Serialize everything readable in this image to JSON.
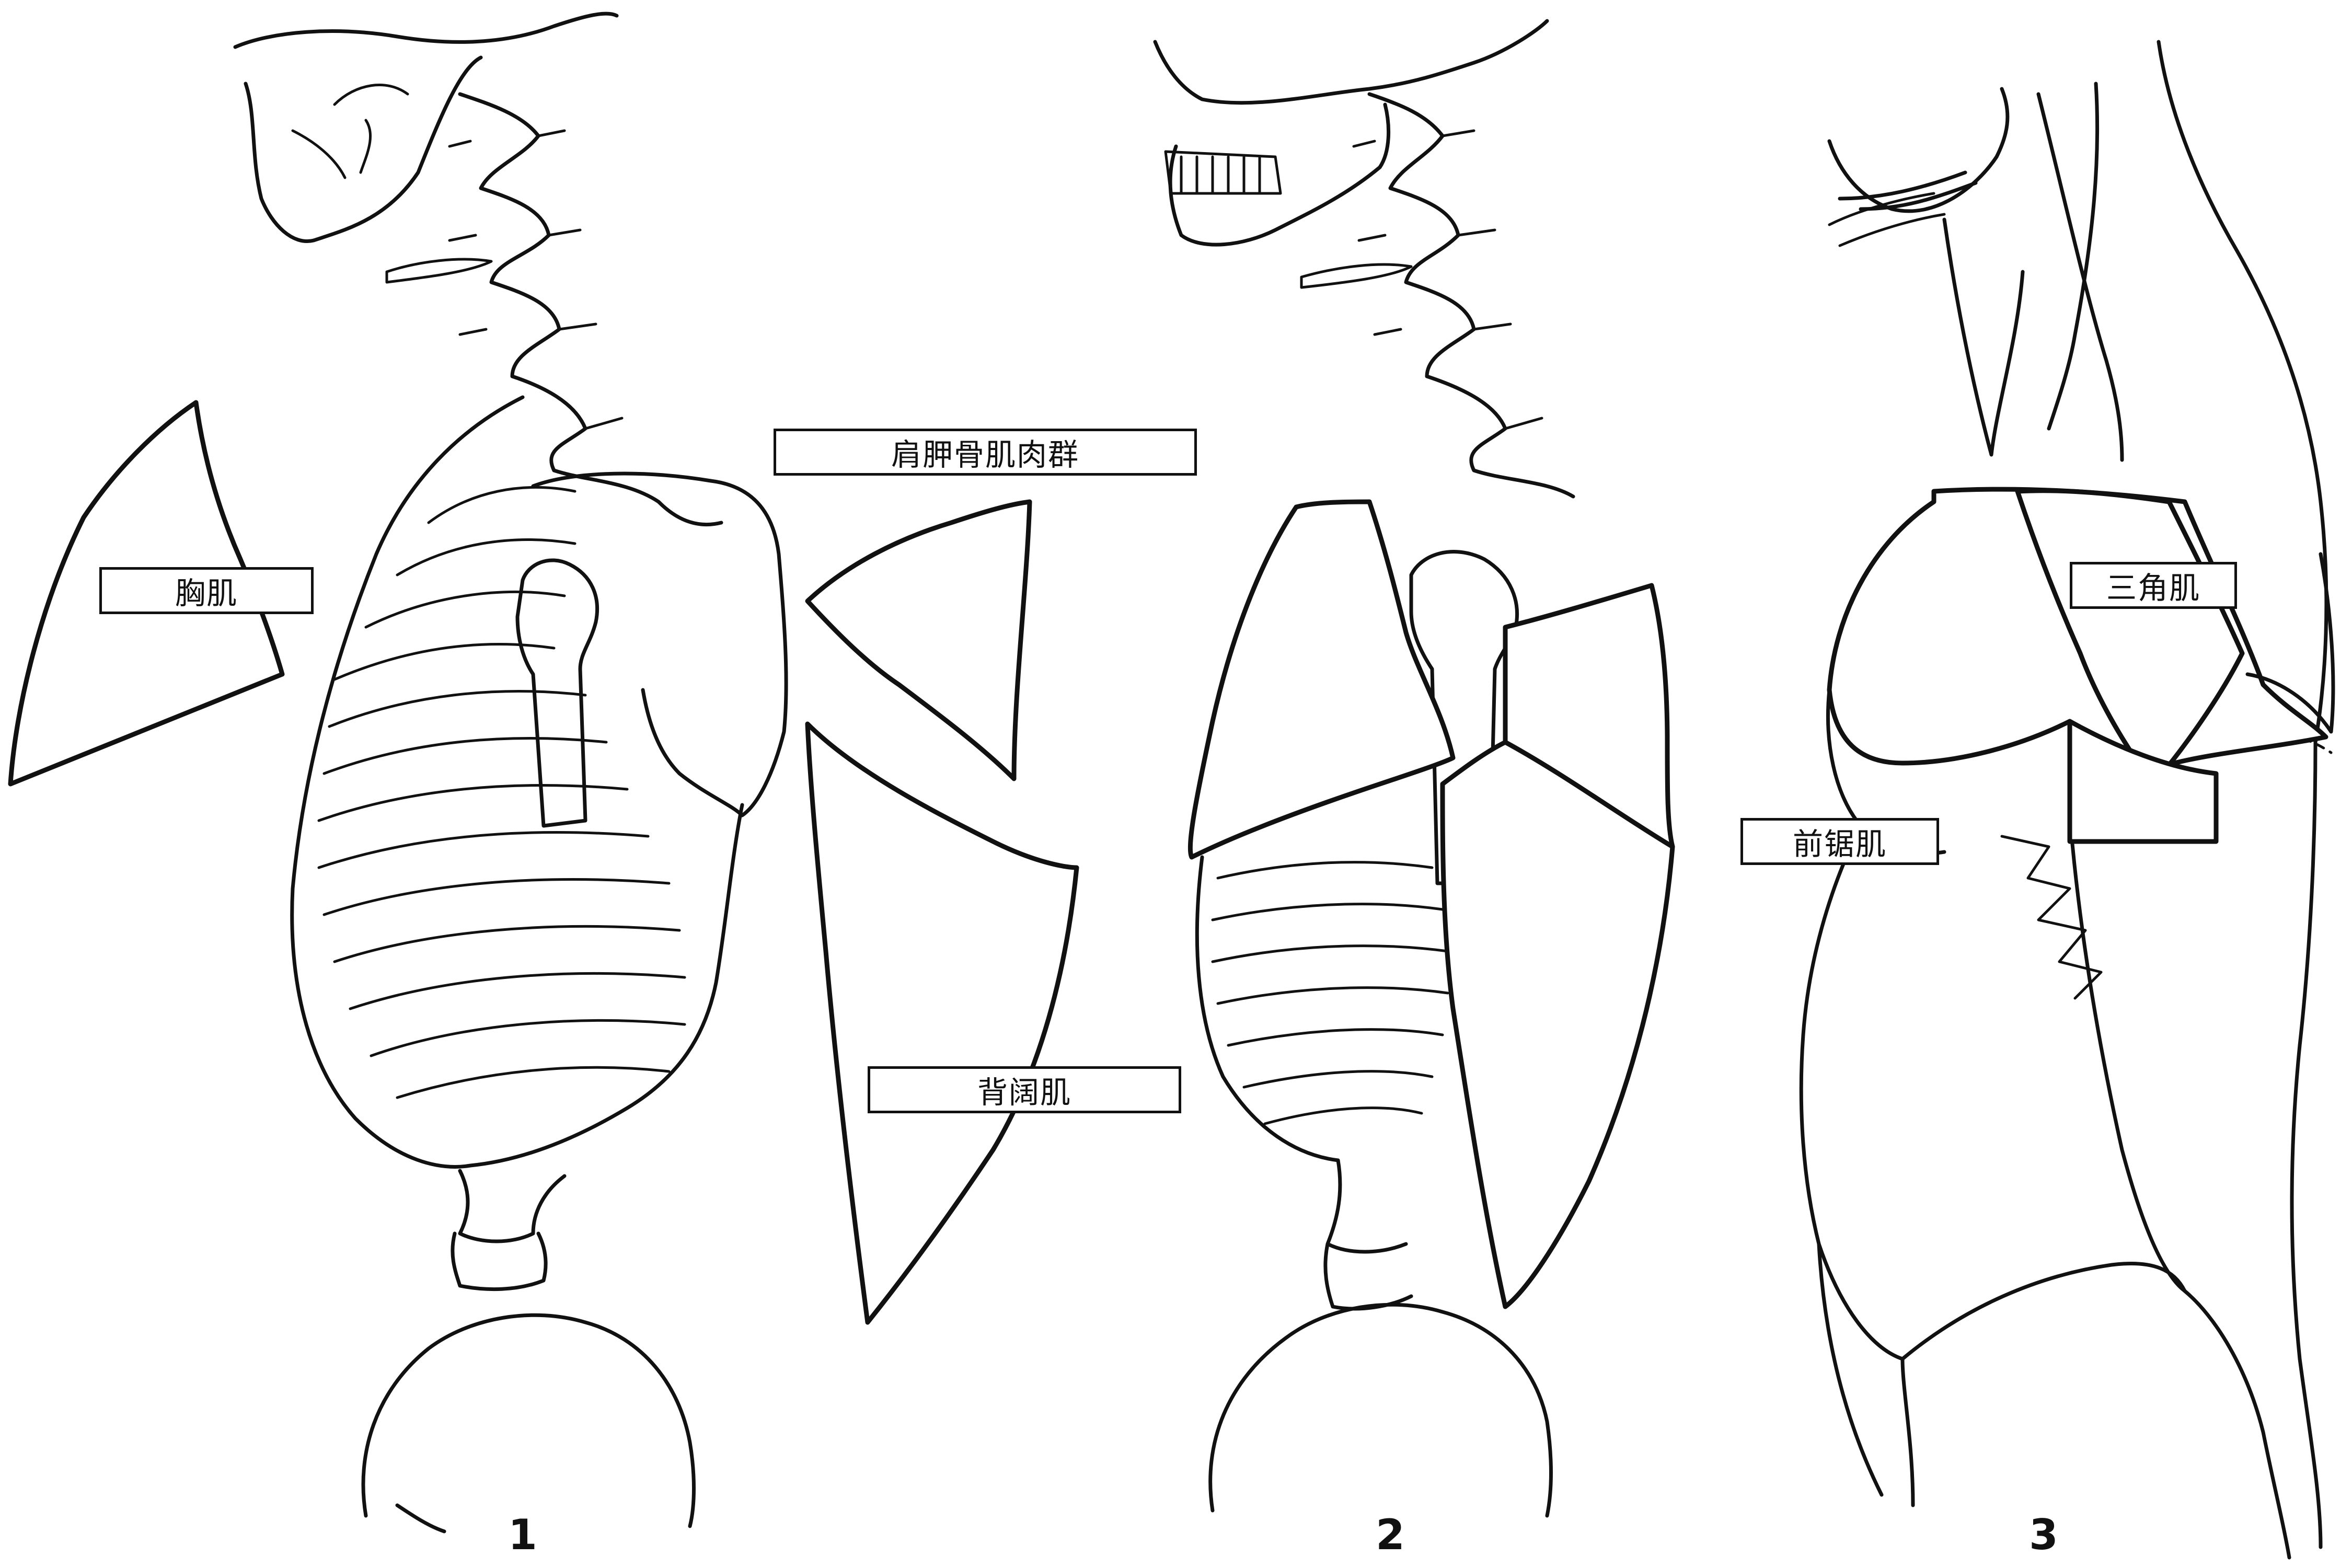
{
  "figures": [
    {
      "number": "1"
    },
    {
      "number": "2"
    },
    {
      "number": "3"
    }
  ],
  "labels": {
    "pectoralis": "胸肌",
    "scapular_group": "肩胛骨肌肉群",
    "latissimus": "背阔肌",
    "deltoid": "三角肌",
    "serratus": "前锯肌"
  },
  "colors": {
    "ink": "#111111",
    "paper": "#ffffff"
  }
}
